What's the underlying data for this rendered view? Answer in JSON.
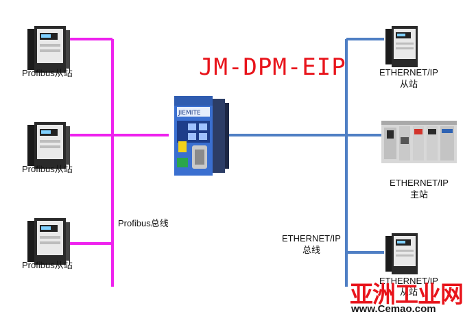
{
  "diagram": {
    "title": "JM-DPM-EIP",
    "device_brand": "JIEMITE",
    "colors": {
      "profibus_line": "#ee22ee",
      "ethernet_line": "#4f7fc4",
      "title": "#e8141b"
    },
    "profibus": {
      "bus_label": "Profibus总线",
      "slaves": [
        {
          "label": "Profibus从站"
        },
        {
          "label": "Profibus从站"
        },
        {
          "label": "Profibus从站"
        }
      ]
    },
    "ethernet": {
      "bus_label_line1": "ETHERNET/IP",
      "bus_label_line2": "总线",
      "slave_top_line1": "ETHERNET/IP",
      "slave_top_line2": "从站",
      "master_line1": "ETHERNET/IP",
      "master_line2": "主站",
      "slave_bottom_line1": "ETHERNET/IP",
      "slave_bottom_line2": "从站"
    },
    "watermark": {
      "text_cn": "亚洲工业网",
      "url": "www.Cemao.com"
    }
  }
}
